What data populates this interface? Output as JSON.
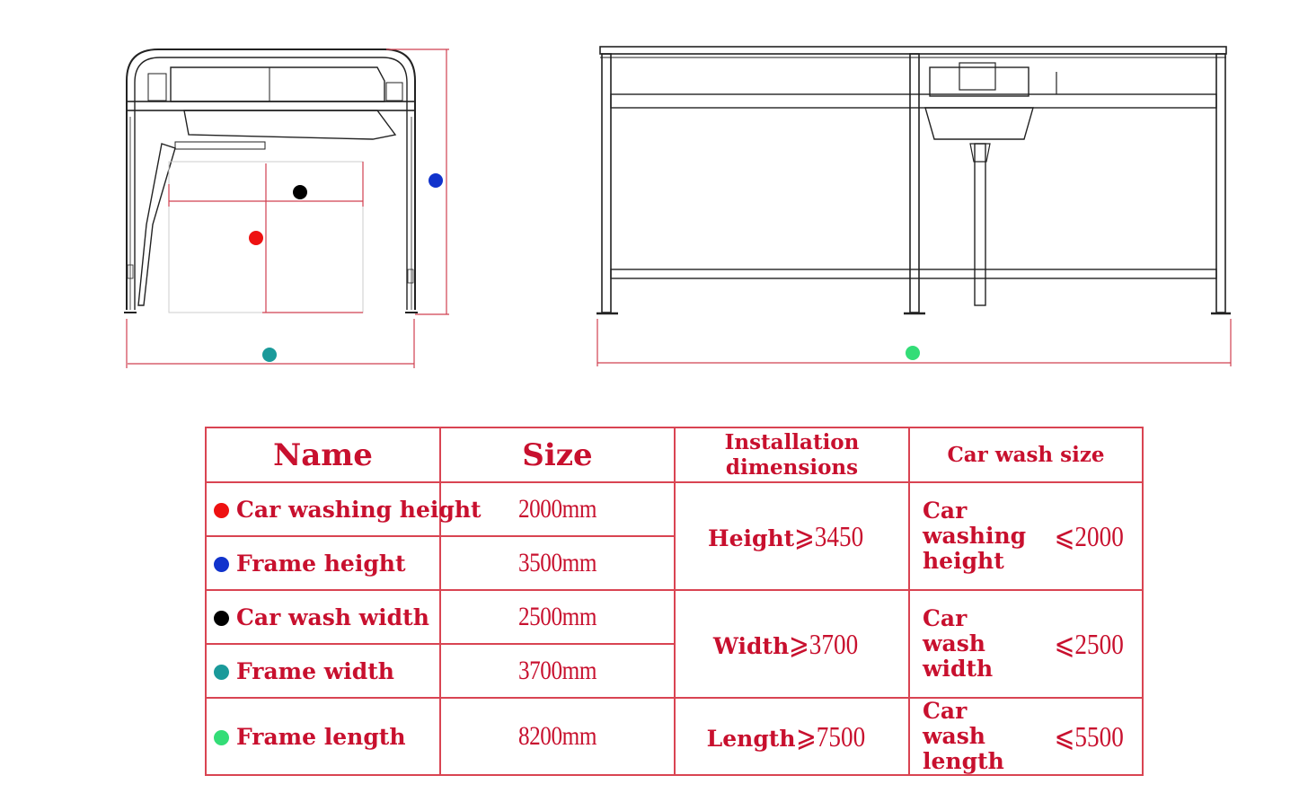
{
  "colors": {
    "red_dot": "#ee1111",
    "blue_dot": "#1133cc",
    "black_dot": "#000000",
    "teal_dot": "#1a9a9a",
    "green_dot": "#33dd77",
    "table_text": "#c8102e",
    "table_border": "#d94452",
    "dimension_line": "#d04050",
    "drawing_line": "#222222"
  },
  "table": {
    "headers": {
      "name": "Name",
      "size": "Size",
      "installation": "Installation dimensions",
      "car_wash_size": "Car wash size"
    },
    "rows": [
      {
        "dot": "red",
        "name": "Car washing height",
        "size": "2000mm"
      },
      {
        "dot": "blue",
        "name": "Frame height",
        "size": "3500mm"
      },
      {
        "dot": "black",
        "name": "Car wash width",
        "size": "2500mm"
      },
      {
        "dot": "teal",
        "name": "Frame width",
        "size": "3700mm"
      },
      {
        "dot": "green",
        "name": "Frame length",
        "size": "8200mm"
      }
    ],
    "installation": [
      {
        "label": "Height",
        "value": "⩾3450"
      },
      {
        "label": "Width",
        "value": "⩾3700"
      },
      {
        "label": "Length",
        "value": "⩾7500"
      }
    ],
    "car_wash": [
      {
        "label": "Car washing height",
        "value": "⩽2000"
      },
      {
        "label": "Car wash width",
        "value": "⩽2500"
      },
      {
        "label": "Car wash length",
        "value": "⩽5500"
      }
    ]
  }
}
